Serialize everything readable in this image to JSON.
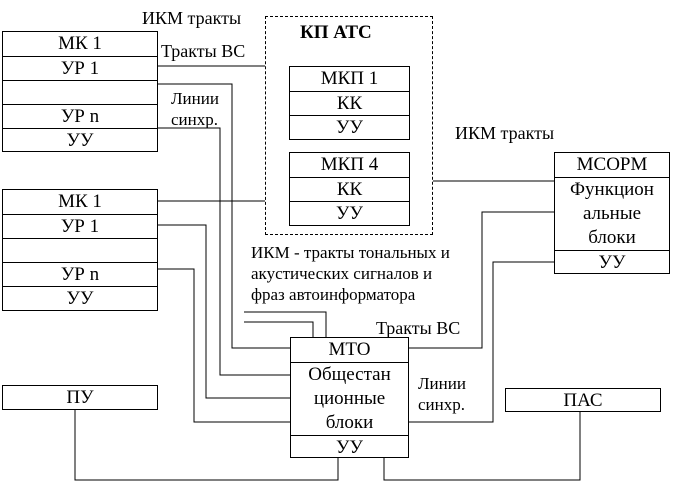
{
  "labels": {
    "ikm_top": "ИКМ тракты",
    "trakty_vs_top": "Тракты ВС",
    "linii_sinhr_top": "Линии\nсинхр.",
    "ikm_right": "ИКМ тракты",
    "ikm_tonal": "ИКМ - тракты тональных и\nакустических сигналов и\nфраз автоинформатора",
    "trakty_vs_bottom": "Тракты ВС",
    "linii_sinhr_bottom": "Линии\nсинхр."
  },
  "blocks": {
    "group1": [
      "МК 1",
      "УР 1",
      "",
      "УР n",
      "УУ"
    ],
    "group2": [
      "МК 1",
      "УР 1",
      "",
      "УР n",
      "УУ"
    ],
    "kp_ats_title": "КП АТС",
    "mkp1": [
      "МКП 1",
      "КК",
      "УУ"
    ],
    "mkp4": [
      "МКП 4",
      "КК",
      "УУ"
    ],
    "msorm_title": "МСОРМ",
    "msorm_body": "Функцион\nальные\nблоки",
    "msorm_uu": "УУ",
    "mto_title": "МТО",
    "mto_body": "Общестан\nционные\nблоки",
    "mto_uu": "УУ",
    "pu": "ПУ",
    "pas": "ПАС"
  }
}
